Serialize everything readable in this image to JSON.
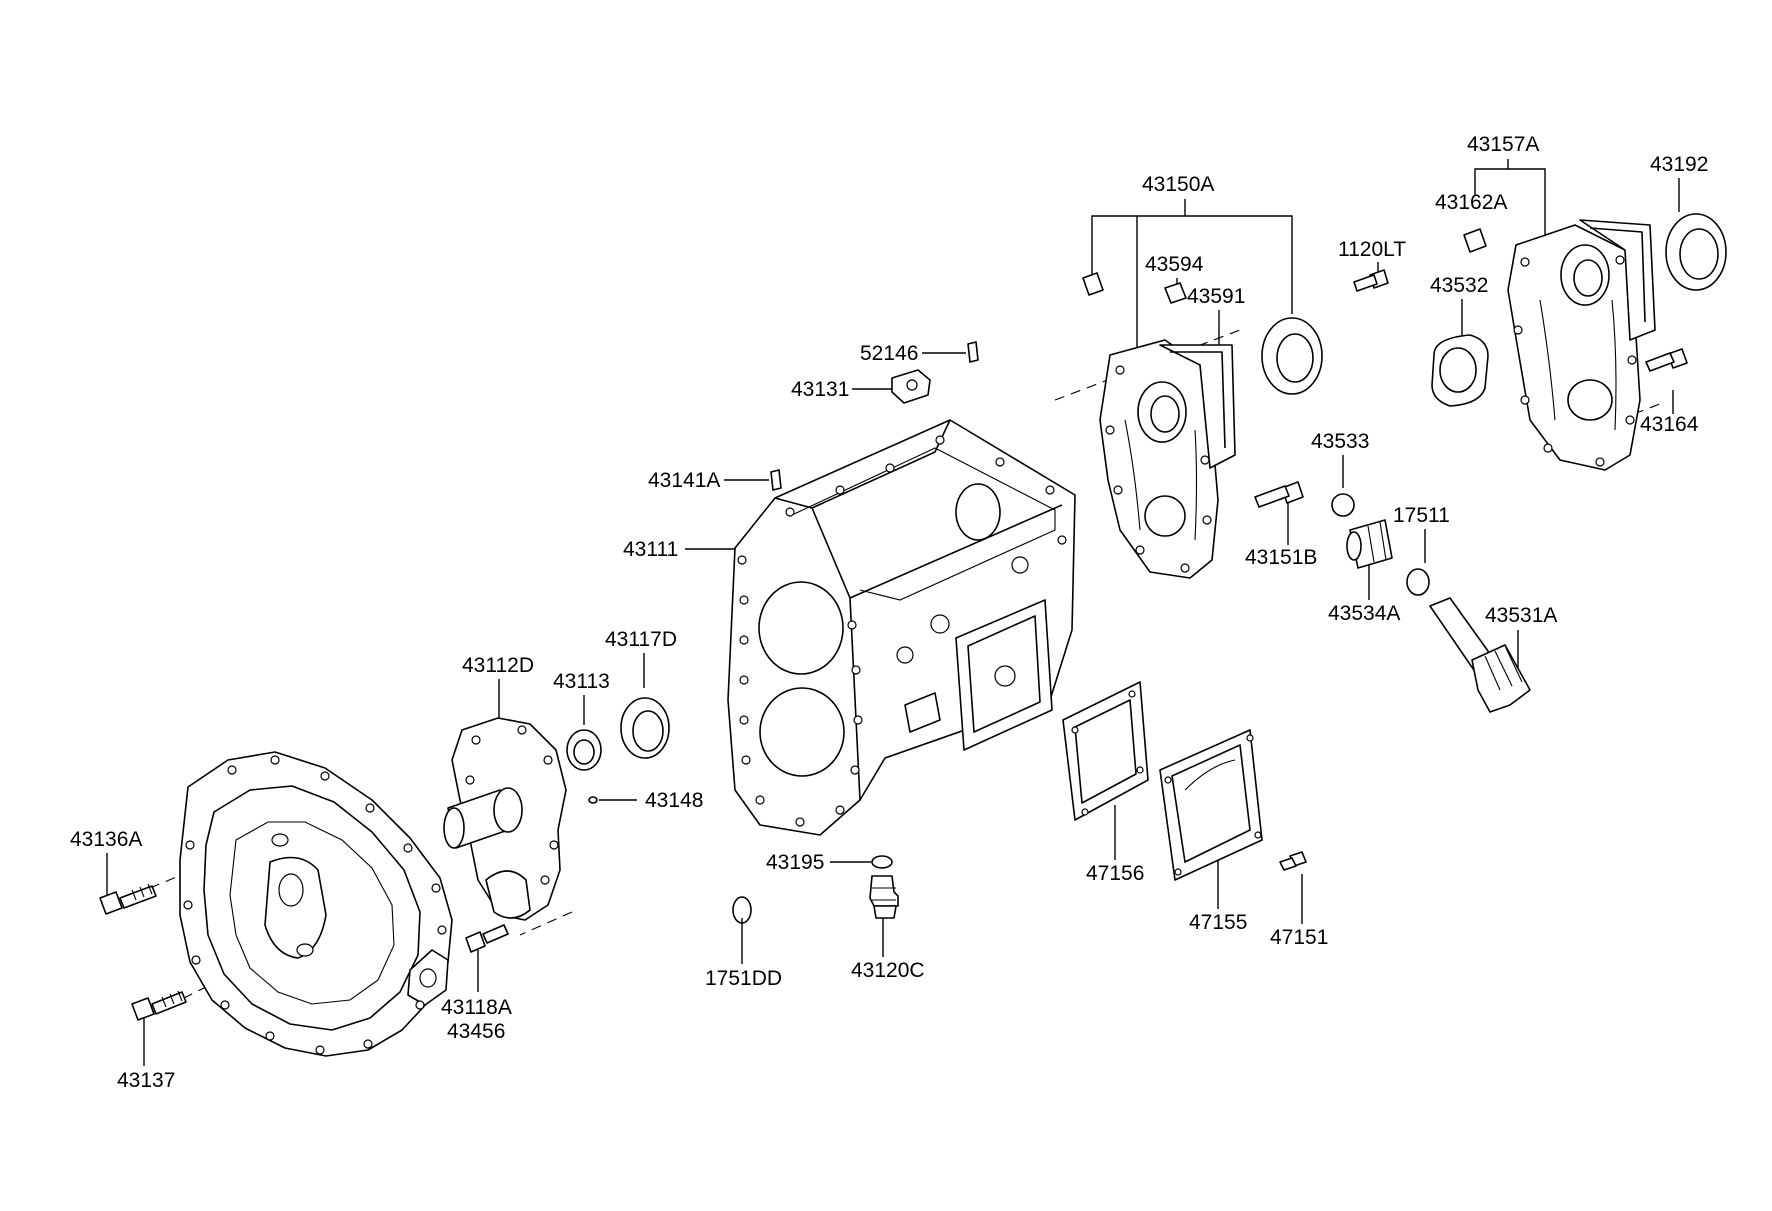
{
  "labels": {
    "l_43157A": "43157A",
    "l_43192": "43192",
    "l_43150A": "43150A",
    "l_43162A": "43162A",
    "l_1120LT": "1120LT",
    "l_43594": "43594",
    "l_43591": "43591",
    "l_43532": "43532",
    "l_52146": "52146",
    "l_43131": "43131",
    "l_43164": "43164",
    "l_43533": "43533",
    "l_43141A": "43141A",
    "l_17511": "17511",
    "l_43111": "43111",
    "l_43151B": "43151B",
    "l_43534A": "43534A",
    "l_43531A": "43531A",
    "l_43117D": "43117D",
    "l_43112D": "43112D",
    "l_43113": "43113",
    "l_43148": "43148",
    "l_43136A": "43136A",
    "l_43195": "43195",
    "l_47156": "47156",
    "l_47155": "47155",
    "l_47151": "47151",
    "l_1751DD": "1751DD",
    "l_43120C": "43120C",
    "l_43118A": "43118A",
    "l_43456": "43456",
    "l_43137": "43137"
  }
}
